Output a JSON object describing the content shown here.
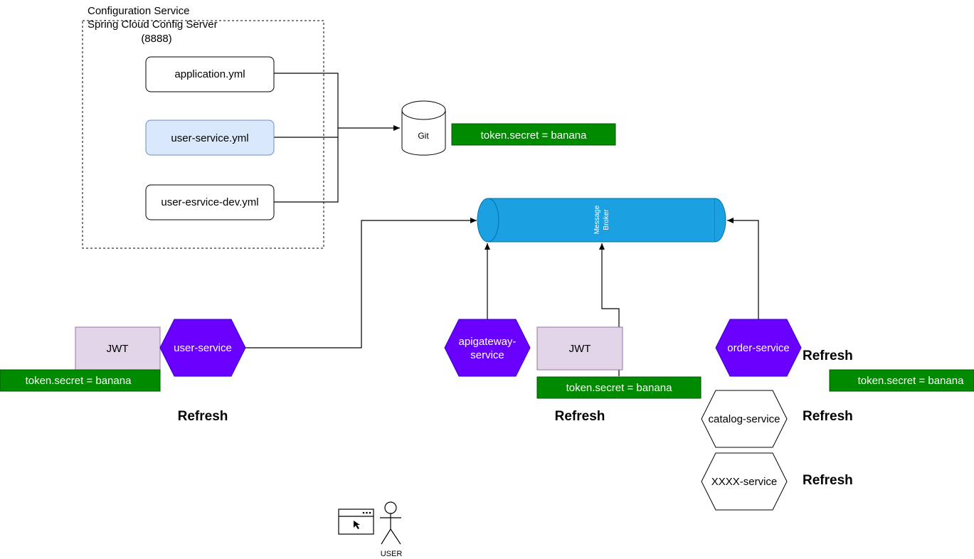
{
  "config_server": {
    "title_line1": "Configuration Service",
    "title_line2": "Spring Cloud Config Server",
    "port": "(8888)",
    "files": [
      {
        "name": "application.yml",
        "fill": "#ffffff"
      },
      {
        "name": "user-service.yml",
        "fill": "#dae8fc"
      },
      {
        "name": "user-esrvice-dev.yml",
        "fill": "#ffffff"
      }
    ]
  },
  "git": {
    "label": "Git"
  },
  "broker": {
    "label_line1": "Message",
    "label_line2": "Broker",
    "color": "#1ba1e2"
  },
  "services": {
    "user": "user-service",
    "gateway_line1": "apigateway-",
    "gateway_line2": "service",
    "order": "order-service",
    "catalog": "catalog-service",
    "xxxx": "XXXX-service"
  },
  "jwt": {
    "label": "JWT",
    "fill": "#e1d5e7"
  },
  "secret": {
    "label": "token.secret = banana",
    "fill": "#008a00"
  },
  "refresh": {
    "label": "Refresh"
  },
  "user_actor": {
    "label": "USER"
  },
  "colors": {
    "service_hex": "#6a00ff",
    "line": "#000000"
  }
}
